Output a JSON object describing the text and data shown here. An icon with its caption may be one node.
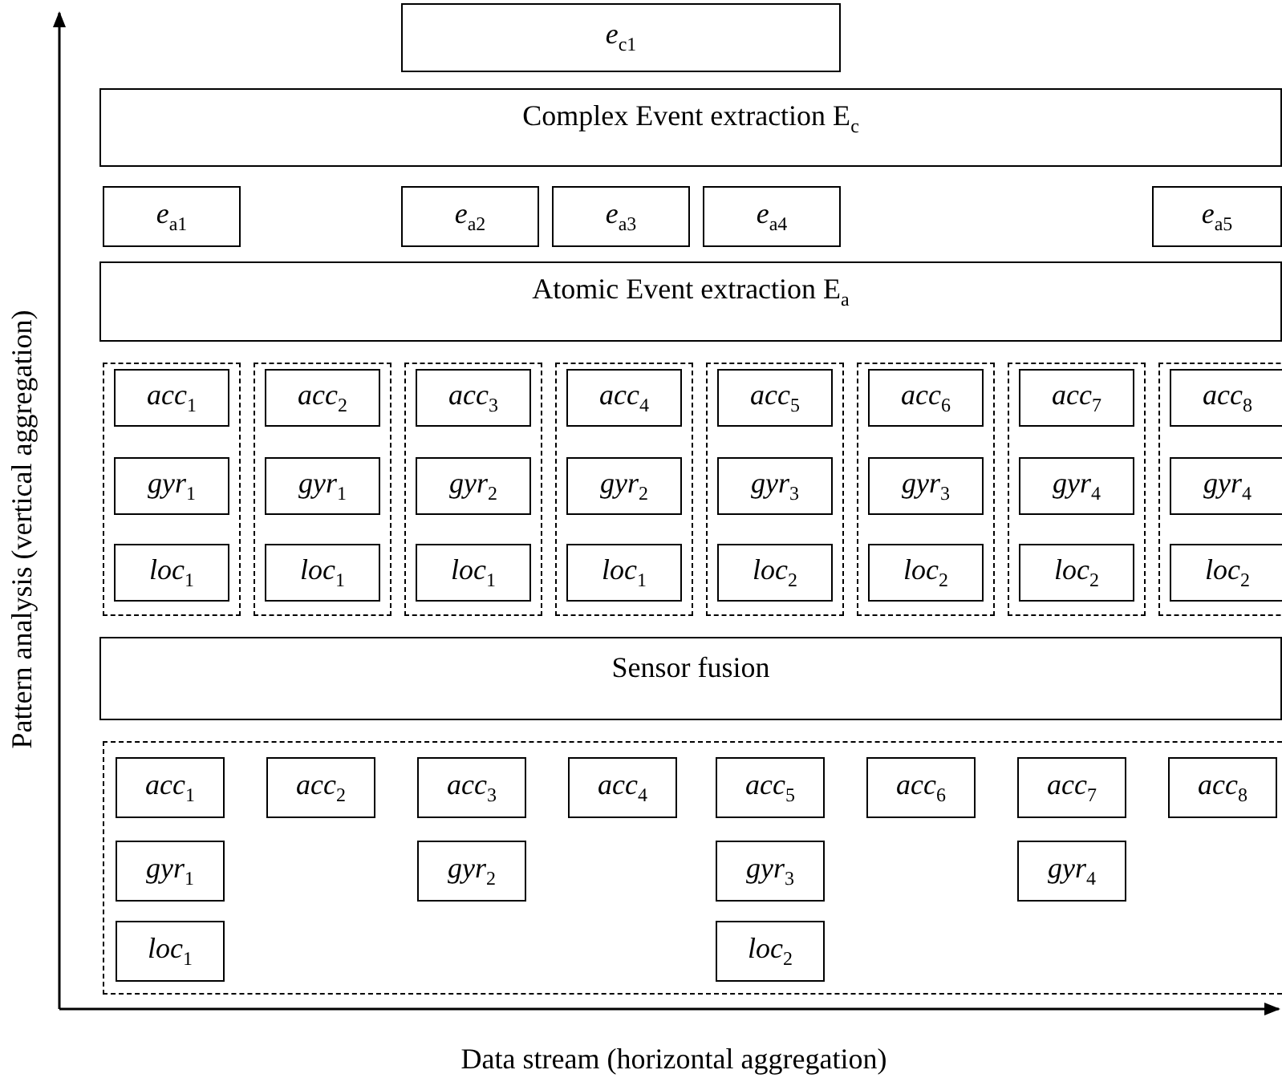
{
  "diagram": {
    "nodes": [
      {
        "text": [
          "e$_{c1}$"
        ]
      },
      {
        "text": [
          "Complex Event extraction E$_{c}$"
        ]
      },
      {
        "text": [
          "e$_{a1}$"
        ]
      },
      {
        "text": [
          "e$_{a2}$"
        ]
      },
      {
        "text": [
          "e$_{a3}$"
        ]
      },
      {
        "text": [
          "e$_{a4}$"
        ]
      },
      {
        "text": [
          "e$_{a5}$"
        ]
      },
      {
        "text": [
          "Atomic Event extraction E$_{a}$"
        ]
      },
      {
        "text": [],
        "shape": "box"
      },
      {
        "text": [
          "acc$_{1}$"
        ],
        "in": 8
      },
      {
        "text": [
          "gyr$_{1}$"
        ],
        "in": 8
      },
      {
        "text": [
          "loc$_{1}$"
        ],
        "in": 8
      },
      {
        "text": [],
        "shape": "box"
      },
      {
        "text": [
          "acc$_{2}$"
        ],
        "in": 12
      },
      {
        "text": [
          "gyr$_{1}$"
        ],
        "in": 12
      },
      {
        "text": [
          "loc$_{1}$"
        ],
        "in": 12
      },
      {
        "text": [],
        "shape": "box"
      },
      {
        "text": [
          "acc$_{3}$"
        ],
        "in": 16
      },
      {
        "text": [
          "gyr$_{2}$"
        ],
        "in": 16
      },
      {
        "text": [
          "loc$_{1}$"
        ],
        "in": 16
      },
      {
        "text": [],
        "shape": "box"
      },
      {
        "text": [
          "acc$_{4}$"
        ],
        "in": 20
      },
      {
        "text": [
          "gyr$_{2}$"
        ],
        "in": 20
      },
      {
        "text": [
          "loc$_{1}$"
        ],
        "in": 20
      },
      {
        "text": [],
        "shape": "box"
      },
      {
        "text": [
          "acc$_{5}$"
        ],
        "in": 24
      },
      {
        "text": [
          "gyr$_{3}$"
        ],
        "in": 24
      },
      {
        "text": [
          "loc$_{2}$"
        ],
        "in": 24
      },
      {
        "text": [],
        "shape": "box"
      },
      {
        "text": [
          "acc$_{6}$"
        ],
        "in": 28
      },
      {
        "text": [
          "gyr$_{3}$"
        ],
        "in": 28
      },
      {
        "text": [
          "loc$_{2}$"
        ],
        "in": 28
      },
      {
        "text": [],
        "shape": "box"
      },
      {
        "text": [
          "acc$_{7}$"
        ],
        "in": 32
      },
      {
        "text": [
          "gyr$_{4}$"
        ],
        "in": 32
      },
      {
        "text": [
          "loc$_{2}$"
        ],
        "in": 32
      },
      {
        "text": [],
        "shape": "box"
      },
      {
        "text": [
          "acc$_{8}$"
        ],
        "in": 36
      },
      {
        "text": [
          "gyr$_{4}$"
        ],
        "in": 36
      },
      {
        "text": [
          "loc$_{2}$"
        ],
        "in": 36
      },
      {
        "text": [
          "Sensor fusion"
        ]
      },
      {
        "text": [],
        "shape": "box"
      },
      {
        "text": [
          "acc$_{1}$"
        ],
        "in": 41
      },
      {
        "text": [
          "acc$_{2}$"
        ],
        "in": 41
      },
      {
        "text": [
          "acc$_{3}$"
        ],
        "in": 41
      },
      {
        "text": [
          "acc$_{4}$"
        ],
        "in": 41
      },
      {
        "text": [
          "acc$_{5}$"
        ],
        "in": 41
      },
      {
        "text": [
          "acc$_{6}$"
        ],
        "in": 41
      },
      {
        "text": [
          "acc$_{7}$"
        ],
        "in": 41
      },
      {
        "text": [
          "acc$_{8}$"
        ],
        "in": 41
      },
      {
        "text": [
          "gyr$_{1}$"
        ],
        "in": 41
      },
      {
        "text": [
          "gyr$_{2}$"
        ],
        "in": 41
      },
      {
        "text": [
          "gyr$_{3}$"
        ],
        "in": 41
      },
      {
        "text": [
          "gyr$_{4}$"
        ],
        "in": 41
      },
      {
        "text": [
          "loc$_{1}$"
        ],
        "in": 41
      },
      {
        "text": [
          "loc$_{2}$"
        ],
        "in": 41
      }
    ],
    "labels": [
      "Pattern analysis (vertical aggregation)",
      "Data stream (horizontal aggregation)"
    ]
  }
}
